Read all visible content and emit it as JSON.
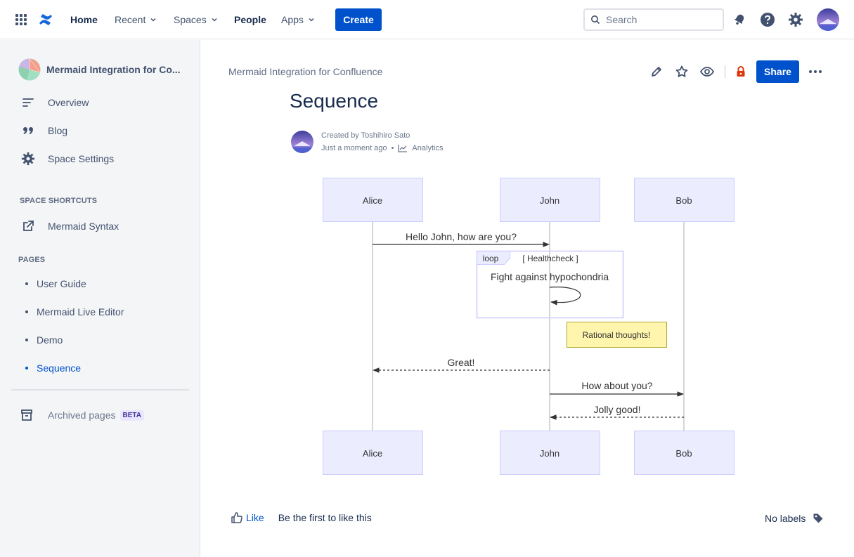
{
  "nav": {
    "home": "Home",
    "recent": "Recent",
    "spaces": "Spaces",
    "people": "People",
    "apps": "Apps",
    "create": "Create",
    "search_placeholder": "Search"
  },
  "sidebar": {
    "space_title": "Mermaid Integration for Co...",
    "items": [
      {
        "label": "Overview",
        "icon": "overview-icon"
      },
      {
        "label": "Blog",
        "icon": "quote-icon"
      },
      {
        "label": "Space Settings",
        "icon": "gear-icon"
      }
    ],
    "shortcuts_heading": "SPACE SHORTCUTS",
    "shortcut": "Mermaid Syntax",
    "pages_heading": "PAGES",
    "pages": [
      "User Guide",
      "Mermaid Live Editor",
      "Demo",
      "Sequence"
    ],
    "archived": "Archived pages",
    "beta": "BETA"
  },
  "page": {
    "breadcrumb": "Mermaid Integration for Confluence",
    "share": "Share",
    "title": "Sequence",
    "created_by": "Created by Toshihiro Sato",
    "time": "Just a moment ago",
    "bullet": "•",
    "analytics": "Analytics",
    "like": "Like",
    "like_text": "Be the first to like this",
    "labels": "No labels"
  },
  "diagram": {
    "actors": [
      "Alice",
      "John",
      "Bob"
    ],
    "messages": [
      {
        "from": "Alice",
        "to": "John",
        "text": "Hello John, how are you?",
        "style": "solid"
      },
      {
        "from": "John",
        "to": "John",
        "text": "Fight against hypochondria",
        "style": "solid"
      },
      {
        "from": "John",
        "to": "Alice",
        "text": "Great!",
        "style": "dashed"
      },
      {
        "from": "John",
        "to": "Bob",
        "text": "How about you?",
        "style": "solid"
      },
      {
        "from": "Bob",
        "to": "John",
        "text": "Jolly good!",
        "style": "dashed"
      }
    ],
    "loop_label": "loop",
    "loop_condition": "[ Healthcheck ]",
    "note": "Rational thoughts!"
  },
  "colors": {
    "accent": "#0052cc",
    "actor_fill": "#ececff",
    "actor_stroke": "#ccccff",
    "note_fill": "#fff5ad",
    "note_stroke": "#aaaa33"
  }
}
